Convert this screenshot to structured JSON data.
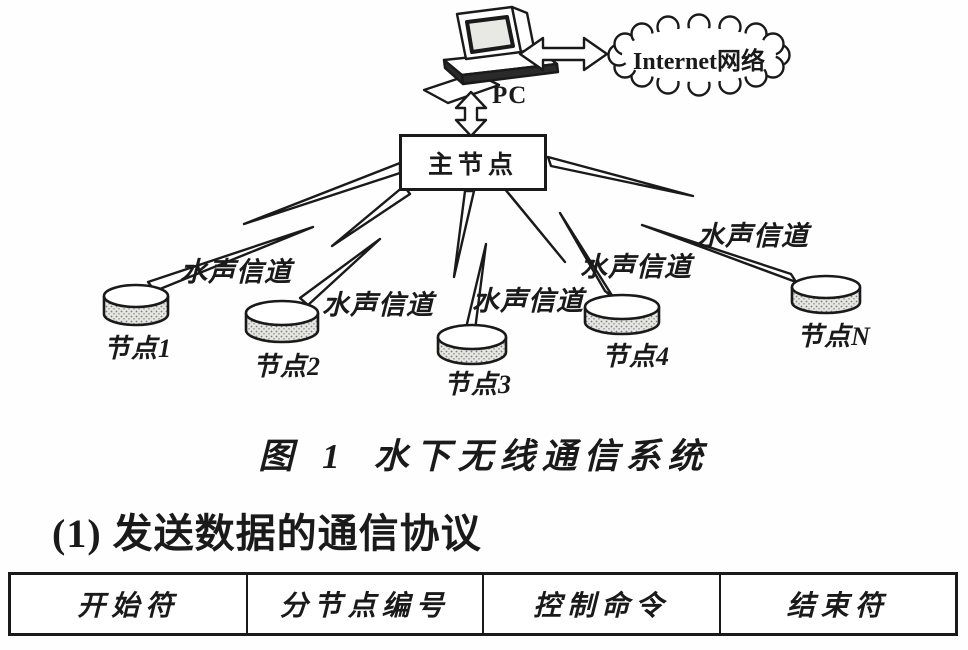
{
  "figure": {
    "pc_label": "PC",
    "internet_label": "Internet网络",
    "master_node_label": "主节点",
    "channel_label": "水声信道",
    "node_labels": [
      "节点1",
      "节点2",
      "节点3",
      "节点4",
      "节点N"
    ],
    "caption_prefix": "图 1",
    "caption_title": "水下无线通信系统"
  },
  "section": {
    "heading": "(1) 发送数据的通信协议"
  },
  "protocol_table": {
    "headers": [
      "开始符",
      "分节点编号",
      "控制命令",
      "结束符"
    ]
  },
  "colors": {
    "ink": "#1a1a1a",
    "paper": "#fefefe",
    "cylinder_shade": "#d8d8d4"
  }
}
